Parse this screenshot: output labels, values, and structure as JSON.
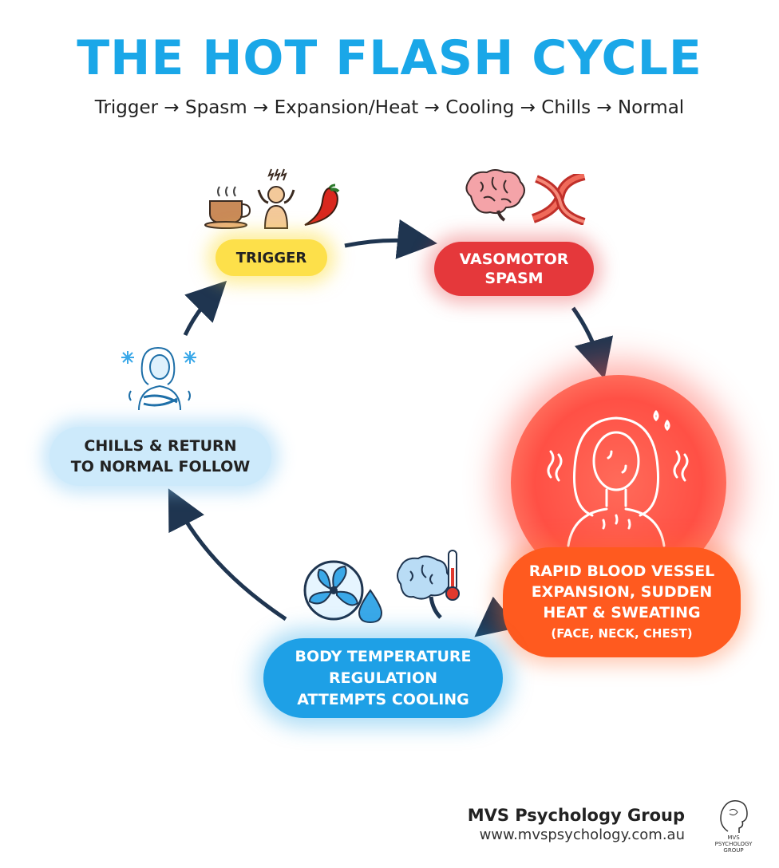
{
  "title": "THE HOT FLASH CYCLE",
  "subtitle": "Trigger → Spasm → Expansion/Heat → Cooling → Chills → Normal",
  "stages": {
    "trigger": "TRIGGER",
    "spasm": [
      "VASOMOTOR",
      "SPASM"
    ],
    "heat": [
      "RAPID BLOOD VESSEL",
      "EXPANSION, SUDDEN",
      "HEAT & SWEATING",
      "(FACE, NECK, CHEST)"
    ],
    "cooling": [
      "BODY TEMPERATURE",
      "REGULATION",
      "ATTEMPTS COOLING"
    ],
    "chills": [
      "CHILLS & RETURN",
      "TO NORMAL FOLLOW"
    ]
  },
  "footer": {
    "name": "MVS Psychology Group",
    "url": "www.mvspsychology.com.au",
    "logo_text": [
      "MVS",
      "PSYCHOLOGY",
      "GROUP"
    ]
  },
  "colors": {
    "title": "#1aa7e8",
    "trigger": "#fde04a",
    "spasm": "#e5383b",
    "heat": "#ff5a1f",
    "cooling": "#1ea0e6",
    "chills": "#cdeafb",
    "arrow": "#1f3550"
  },
  "icons": {
    "trigger": [
      "coffee-cup-icon",
      "stressed-person-icon",
      "chili-pepper-icon"
    ],
    "spasm": [
      "brain-icon",
      "blood-vessel-icon"
    ],
    "heat": [
      "sweating-woman-icon"
    ],
    "cooling": [
      "fan-icon",
      "water-drop-icon",
      "brain-thermometer-icon"
    ],
    "chills": [
      "shivering-woman-icon",
      "snowflake-icon"
    ]
  }
}
